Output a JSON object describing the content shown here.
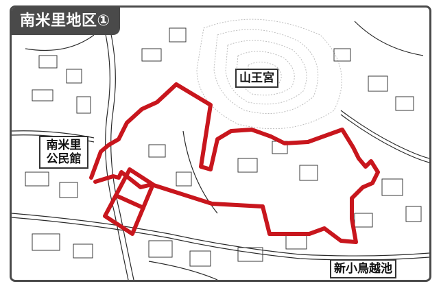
{
  "title": "南米里地区①",
  "labels": {
    "sanno": "山王宮",
    "hall_line1": "南米里",
    "hall_line2": "公民館",
    "pond": "新小鳥越池"
  },
  "colors": {
    "frame": "#4a4a4a",
    "boundary": "#c8161d",
    "map_line": "#2a2a2a",
    "label_border": "#333333"
  }
}
